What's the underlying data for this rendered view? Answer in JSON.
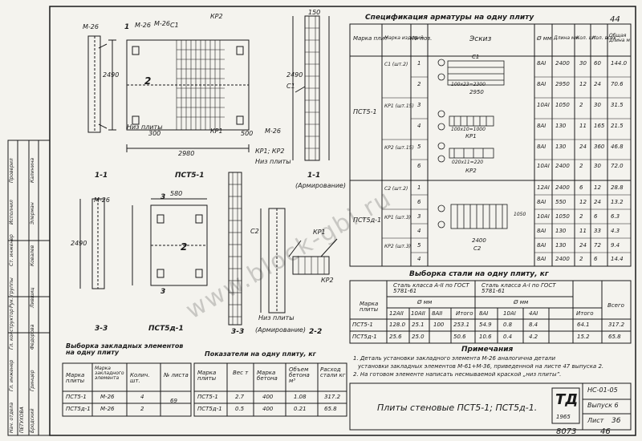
{
  "sheet": {
    "page_number": "44",
    "footer_number": "8073",
    "footer_page": "46",
    "title": "Плиты стеновые ПСТ5-1; ПСТ5д-1.",
    "logo": "ТД",
    "year": "1965",
    "series_code": "НС-01-05",
    "issue": "Выпуск 6",
    "list_label": "Лист",
    "list_number": "36",
    "watermark": "www.block-gbi.ru"
  },
  "drawing_labels": {
    "m26_a": "М-26",
    "m26_b": "М-26",
    "m26_c": "М-26",
    "m26_d": "М-26",
    "m26_e": "М-26",
    "c1_a": "С1",
    "c1_b": "С1",
    "kp2_a": "КР2",
    "kp1_a": "КР1",
    "kp1_kp2": "КР1; КР2",
    "niz_plity_a": "Низ плиты",
    "niz_plity_b": "Низ плиты",
    "niz_plity_c": "Низ плиты",
    "dim_2980_a": "2980",
    "dim_2980_b": "2980",
    "dim_2490_a": "2490",
    "dim_2490_b": "2490",
    "dim_2490_c": "2490",
    "dim_300": "300",
    "dim_500": "500",
    "dim_580": "580",
    "dim_150": "150",
    "section_11": "1-1",
    "section_11b": "1-1",
    "armirovanie_a": "(Армирование)",
    "armirovanie_b": "(Армирование)",
    "pst51": "ПСТ5-1",
    "pst5d1": "ПСТ5д-1",
    "section_33": "3-3",
    "section_33b": "3-3",
    "section_22": "2-2",
    "num_2a": "2",
    "num_2b": "2",
    "num_3a": "3",
    "num_3b": "3",
    "num_1": "1",
    "c2": "С2",
    "kp1_b": "КР1",
    "kp2_b": "КР2"
  },
  "spec_title": "Спецификация арматуры на одну плиту",
  "spec_headers": [
    "Марка плит",
    "Марка изделий",
    "№ поз.",
    "Эскиз",
    "Ø мм",
    "Длина мм",
    "Кол. шт.",
    "Кол. всех",
    "Общая длина м"
  ],
  "spec_rows": [
    {
      "plate": "ПСТ5-1",
      "item": "С1 (шт.2)",
      "pos": "1",
      "d": "8АI",
      "len": "2400",
      "n": "30",
      "nt": "60",
      "total": "144.0"
    },
    {
      "plate": "",
      "item": "",
      "pos": "2",
      "d": "8АI",
      "len": "2950",
      "n": "12",
      "nt": "24",
      "total": "70.6"
    },
    {
      "plate": "",
      "item": "КР1 (шт.15)",
      "pos": "3",
      "d": "10АI",
      "len": "1050",
      "n": "2",
      "nt": "30",
      "total": "31.5"
    },
    {
      "plate": "",
      "item": "",
      "pos": "4",
      "d": "8АI",
      "len": "130",
      "n": "11",
      "nt": "165",
      "total": "21.5"
    },
    {
      "plate": "",
      "item": "КР2 (шт.15)",
      "pos": "5",
      "d": "8АI",
      "len": "130",
      "n": "24",
      "nt": "360",
      "total": "46.8"
    },
    {
      "plate": "",
      "item": "",
      "pos": "6",
      "d": "10АI",
      "len": "2400",
      "n": "2",
      "nt": "30",
      "total": "72.0"
    },
    {
      "plate": "ПСТ5д-1",
      "item": "С2 (шт.2)",
      "pos": "1",
      "d": "12АI",
      "len": "2400",
      "n": "6",
      "nt": "12",
      "total": "28.8"
    },
    {
      "plate": "",
      "item": "",
      "pos": "6",
      "d": "8АI",
      "len": "550",
      "n": "12",
      "nt": "24",
      "total": "13.2"
    },
    {
      "plate": "",
      "item": "КР1 (шт.3)",
      "pos": "3",
      "d": "10АI",
      "len": "1050",
      "n": "2",
      "nt": "6",
      "total": "6.3"
    },
    {
      "plate": "",
      "item": "",
      "pos": "4",
      "d": "8АI",
      "len": "130",
      "n": "11",
      "nt": "33",
      "total": "4.3"
    },
    {
      "plate": "",
      "item": "КР2 (шт.3)",
      "pos": "5",
      "d": "8АI",
      "len": "130",
      "n": "24",
      "nt": "72",
      "total": "9.4"
    },
    {
      "plate": "",
      "item": "",
      "pos": "4",
      "d": "8АI",
      "len": "2400",
      "n": "2",
      "nt": "6",
      "total": "14.4"
    }
  ],
  "sketch_labels": {
    "s1": "2950",
    "s2": "100х23=2300",
    "s3": "КР1",
    "s4": "100х10=1000",
    "s5": "КР2",
    "s6": "2400",
    "s7": "С2",
    "s8": "С1",
    "s9": "1050",
    "s10": "020х11=220"
  },
  "steel_title": "Выборка стали на одну плиту, кг",
  "steel_header": {
    "mark": "Марка плиты",
    "class_a2": "Сталь класса А-II по ГОСТ 5781-61",
    "class_a1": "Сталь класса А-I по ГОСТ 5781-61",
    "d_mm_a": "Ø мм",
    "d_mm_b": "Ø мм",
    "c12": "12АII",
    "c10": "10АII",
    "c8": "8АII",
    "itogo_a": "Итого",
    "d8": "8АI",
    "d10": "10АI",
    "d4": "4АI",
    "itogo_b": "Итого",
    "vsego": "Всего"
  },
  "steel_rows": [
    {
      "mark": "ПСТ5-1",
      "a": "128.0",
      "b": "25.1",
      "c": "100",
      "t1": "253.1",
      "d": "54.9",
      "e": "0.8",
      "f": "8.4",
      "t2": "64.1",
      "all": "317.2"
    },
    {
      "mark": "ПСТ5д-1",
      "a": "25.6",
      "b": "25.0",
      "c": "",
      "t1": "50.6",
      "d": "10.6",
      "e": "0.4",
      "f": "4.2",
      "t2": "15.2",
      "all": "65.8"
    }
  ],
  "notes_title": "Примечания",
  "notes": [
    "1. Деталь установки закладного элемента М-26 аналогична детали",
    "установки закладных элементов М-61+М-36, приведенной на листе 47 выпуска 2.",
    "2. На готовом элементе написать несмываемой краской „низ плиты”."
  ],
  "embedded_title": "Выборка закладных элементов на одну плиту",
  "embedded_headers": [
    "Марка плиты",
    "Марка закладного элемента",
    "Колич. шт.",
    "№ листа"
  ],
  "embedded_rows": [
    {
      "plate": "ПСТ5-1",
      "el": "М-26",
      "qty": "4",
      "sheet": "69"
    },
    {
      "plate": "ПСТ5д-1",
      "el": "М-26",
      "qty": "2",
      "sheet": ""
    }
  ],
  "indicators_title": "Показатели на одну плиту, кг",
  "indicators_headers": [
    "Марка плиты",
    "Вес т",
    "Марка бетона",
    "Объем бетона м³",
    "Расход стали кг"
  ],
  "indicators_rows": [
    {
      "plate": "ПСТ5-1",
      "w": "2.7",
      "m": "400",
      "v": "1.08",
      "s": "317.2"
    },
    {
      "plate": "ПСТ5д-1",
      "w": "0.5",
      "m": "400",
      "v": "0.21",
      "s": "65.8"
    }
  ],
  "stamp": {
    "rows": [
      "Нач. отдела",
      "Гл. инженер",
      "Гл. конструктор",
      "Рук. группы",
      "Ст. инженер",
      "Исполнил",
      "Проверил"
    ],
    "names": [
      "Бродский",
      "Гринцер",
      "Федорова",
      "Лившиц",
      "Ковалев",
      "Элерман",
      "Калинина"
    ],
    "extra": "ПЕТУХОВА"
  }
}
